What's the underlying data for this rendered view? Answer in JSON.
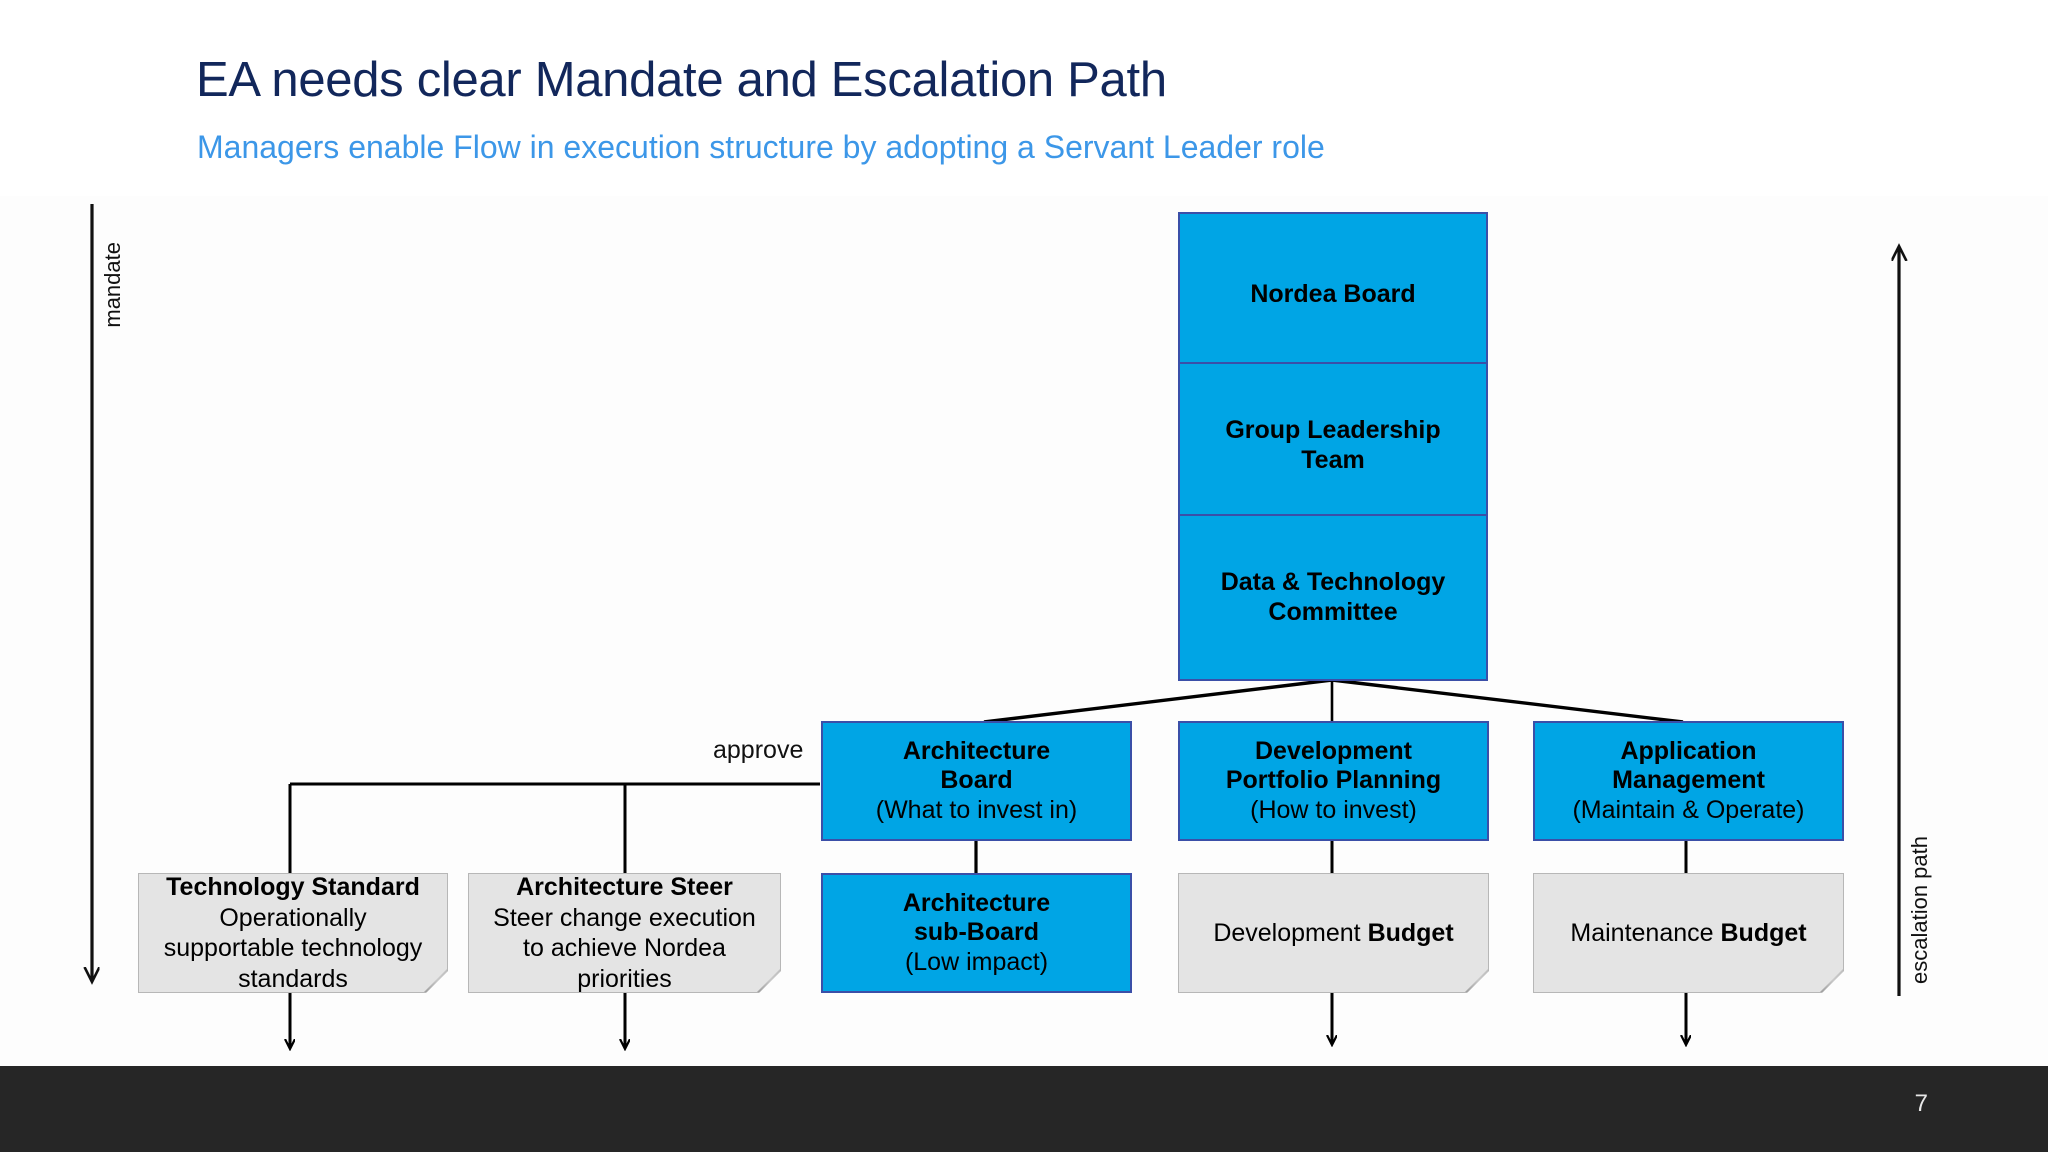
{
  "header": {
    "title": "EA needs clear Mandate and Escalation Path",
    "subtitle": "Managers enable Flow in execution structure by adopting a Servant Leader role",
    "title_color": "#12275B",
    "subtitle_color": "#3C97E8"
  },
  "diagram": {
    "accent_blue": "#00A5E5",
    "blue_border": "#3B4FA8",
    "note_grey": "#E4E4E4",
    "note_border": "#B7B7B7",
    "connector_color": "#000000",
    "rails": {
      "left_label": "mandate",
      "left_direction": "down",
      "right_label": "escalation path",
      "right_direction": "up"
    },
    "edge_labels": {
      "approve": "approve"
    },
    "nodes": [
      {
        "id": "nordea-board",
        "kind": "blue",
        "heading": "Nordea Board",
        "heading2": "",
        "sub": ""
      },
      {
        "id": "group-leadership",
        "kind": "blue",
        "heading": "Group Leadership",
        "heading2": "Team",
        "sub": ""
      },
      {
        "id": "data-tech-committee",
        "kind": "blue",
        "heading": "Data & Technology",
        "heading2": "Committee",
        "sub": ""
      },
      {
        "id": "architecture-board",
        "kind": "blue",
        "heading": "Architecture",
        "heading2": "Board",
        "sub": "(What to invest in)"
      },
      {
        "id": "dev-portfolio",
        "kind": "blue",
        "heading": "Development",
        "heading2": "Portfolio Planning",
        "sub": "(How to invest)"
      },
      {
        "id": "app-management",
        "kind": "blue",
        "heading": "Application",
        "heading2": "Management",
        "sub": "(Maintain & Operate)"
      },
      {
        "id": "architecture-subboard",
        "kind": "blue",
        "heading": "Architecture",
        "heading2": "sub-Board",
        "sub": "(Low impact)"
      }
    ],
    "notes": [
      {
        "id": "technology-standard",
        "heading": "Technology Standard",
        "line1": "Operationally",
        "line2": "supportable technology",
        "line3": "standards"
      },
      {
        "id": "architecture-steer",
        "heading": "Architecture Steer",
        "line1": "Steer change execution",
        "line2": "to achieve Nordea",
        "line3": "priorities"
      },
      {
        "id": "development-budget",
        "heading": "",
        "line1_plain": "Development ",
        "line1_bold": "Budget"
      },
      {
        "id": "maintenance-budget",
        "heading": "",
        "line1_plain": "Maintenance ",
        "line1_bold": "Budget"
      }
    ]
  },
  "footer": {
    "page_number": "7",
    "bar_color": "#262626"
  }
}
